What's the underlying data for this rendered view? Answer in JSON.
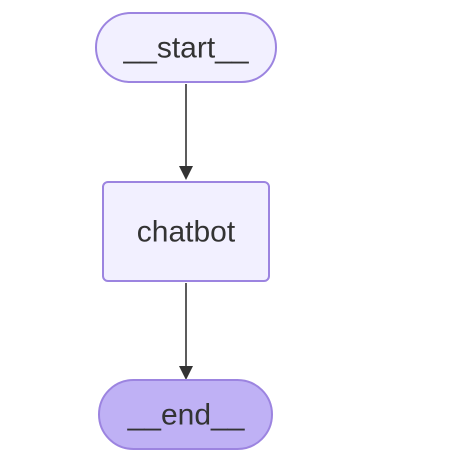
{
  "diagram": {
    "type": "flowchart",
    "nodes": [
      {
        "id": "start",
        "label": "__start__",
        "shape": "stadium",
        "fill": "#f2f0ff",
        "stroke": "#9c84e0"
      },
      {
        "id": "chatbot",
        "label": "chatbot",
        "shape": "rect",
        "fill": "#f2f0ff",
        "stroke": "#9c84e0"
      },
      {
        "id": "end",
        "label": "__end__",
        "shape": "stadium",
        "fill": "#bfb1f5",
        "stroke": "#9c84e0"
      }
    ],
    "edges": [
      {
        "from": "start",
        "to": "chatbot"
      },
      {
        "from": "chatbot",
        "to": "end"
      }
    ],
    "edge_color": "#333333"
  }
}
